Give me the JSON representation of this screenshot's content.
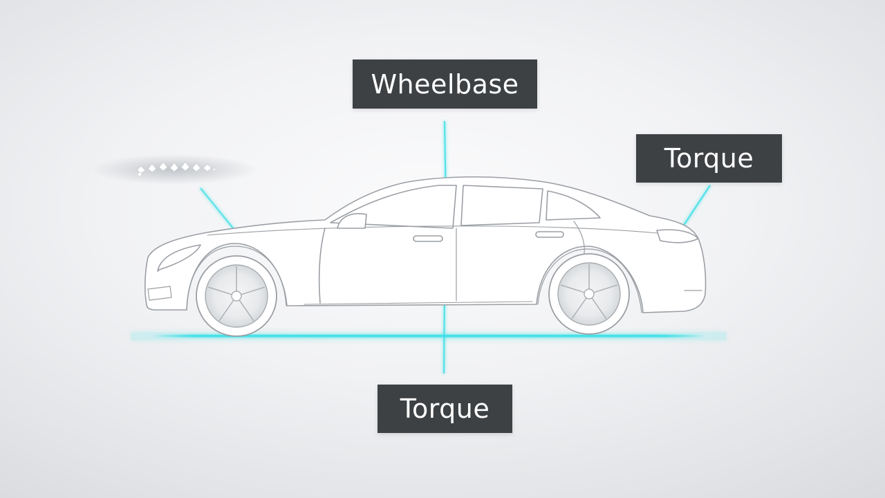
{
  "labels": {
    "wheelbase": "Wheelbase",
    "torque_right": "Torque",
    "torque_bottom": "Torque"
  },
  "colors": {
    "accent": "#3fe0e6",
    "label_bg": "#3e4144",
    "label_text": "#ffffff",
    "car_outline": "#9a9ea3",
    "car_body": "#ffffff"
  },
  "icons": {
    "car": "sedan-side-view-outline",
    "sparkle": "glowing-particle-cluster"
  }
}
